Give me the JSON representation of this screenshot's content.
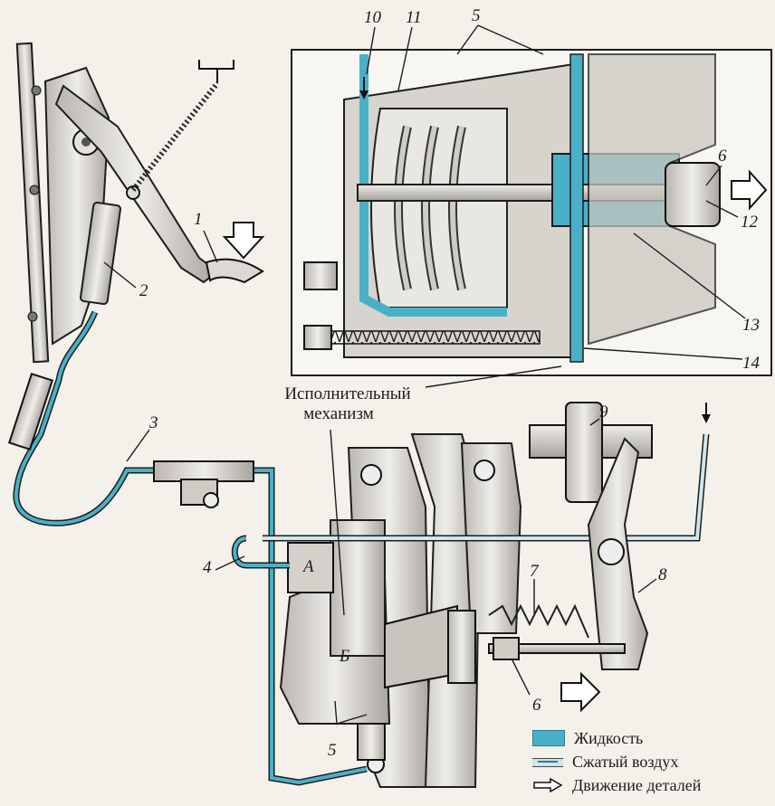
{
  "diagram": {
    "callouts": {
      "n1": "1",
      "n2": "2",
      "n3": "3",
      "n4": "4",
      "n5_top": "5",
      "n5_bottom": "5",
      "n6_top": "6",
      "n6_bottom": "6",
      "n7": "7",
      "n8": "8",
      "n9": "9",
      "n10": "10",
      "n11": "11",
      "n12": "12",
      "n13": "13",
      "n14": "14",
      "chamber_a": "А",
      "chamber_b": "Б"
    },
    "actuator_caption_line1": "Исполнительный",
    "actuator_caption_line2": "механизм"
  },
  "legend": {
    "liquid": "Жидкость",
    "compressed_air": "Сжатый воздух",
    "parts_motion": "Движение деталей"
  },
  "colors": {
    "fluid": "#4ab0c8",
    "metal_light": "#d9d6cf",
    "metal_dark": "#8d8a84",
    "outline": "#1d1d1d",
    "background": "#f4f1ea"
  }
}
